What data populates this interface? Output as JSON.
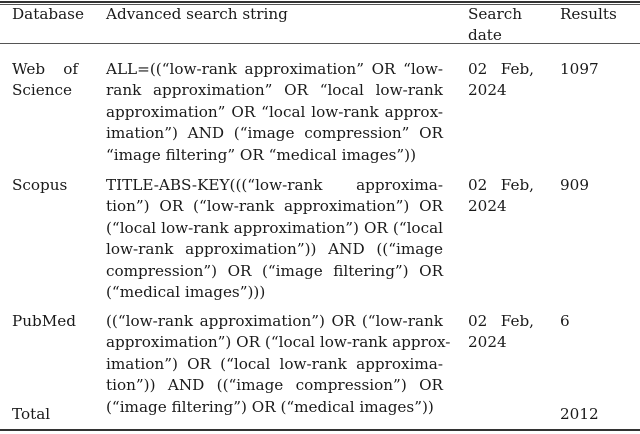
{
  "table": {
    "headers": {
      "database": "Database",
      "search_string": "Advanced search string",
      "search_date_line1": "Search",
      "search_date_line2": "date",
      "results": "Results"
    },
    "rows": [
      {
        "database_lines": [
          "Web of",
          "Science"
        ],
        "search_string_lines": [
          "ALL=((“low-rank approximation” OR “low-",
          "rank approximation” OR “local low-rank",
          "approximation” OR “local low-rank approx-",
          "imation”) AND (“image compression” OR",
          "“image filtering” OR “medical images”))"
        ],
        "search_date_lines": [
          "02 Feb,",
          "2024"
        ],
        "results": "1097"
      },
      {
        "database_lines": [
          "Scopus"
        ],
        "search_string_lines": [
          "TITLE-ABS-KEY(((“low-rank approxima-",
          "tion”) OR (“low-rank approximation”) OR",
          "(“local low-rank approximation”) OR (“local",
          "low-rank approximation”)) AND ((“image",
          "compression”) OR (“image filtering”) OR",
          "(“medical images”)))"
        ],
        "search_date_lines": [
          "02 Feb,",
          "2024"
        ],
        "results": "909"
      },
      {
        "database_lines": [
          "PubMed"
        ],
        "search_string_lines": [
          "((“low-rank approximation”) OR (“low-rank",
          "approximation”) OR (“local low-rank approx-",
          "imation”) OR (“local low-rank approxima-",
          "tion”)) AND ((“image compression”) OR",
          "(“image filtering”) OR (“medical images”))"
        ],
        "search_date_lines": [
          "02 Feb,",
          "2024"
        ],
        "results": "6"
      }
    ],
    "total": {
      "label": "Total",
      "results": "2012"
    }
  }
}
